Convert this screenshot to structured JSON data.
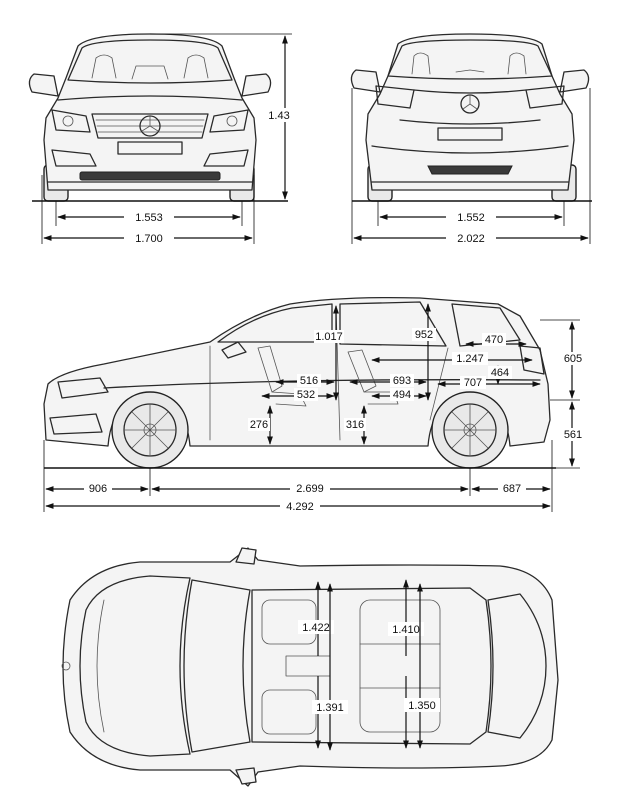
{
  "front_view": {
    "track": "1.553",
    "width": "1.700",
    "height": "1.43"
  },
  "rear_view": {
    "track": "1.552",
    "width_mirrors": "2.022"
  },
  "side_view": {
    "headroom_front": "1.017",
    "headroom_rear": "952",
    "cargo_length_top": "470",
    "interior_length": "1.247",
    "cargo_height_upper": "605",
    "cargo_height_lower": "561",
    "cargo_length_mid": "464",
    "cargo_length_floor": "707",
    "front_seat_a": "516",
    "front_seat_b": "532",
    "rear_seat_a": "693",
    "rear_seat_b": "494",
    "front_seat_height": "276",
    "rear_seat_height": "316",
    "front_overhang": "906",
    "wheelbase": "2.699",
    "rear_overhang": "687",
    "length": "4.292"
  },
  "top_view": {
    "front_shoulder_width": "1.422",
    "rear_shoulder_width": "1.410",
    "front_hip_width": "1.391",
    "rear_hip_width": "1.350"
  }
}
